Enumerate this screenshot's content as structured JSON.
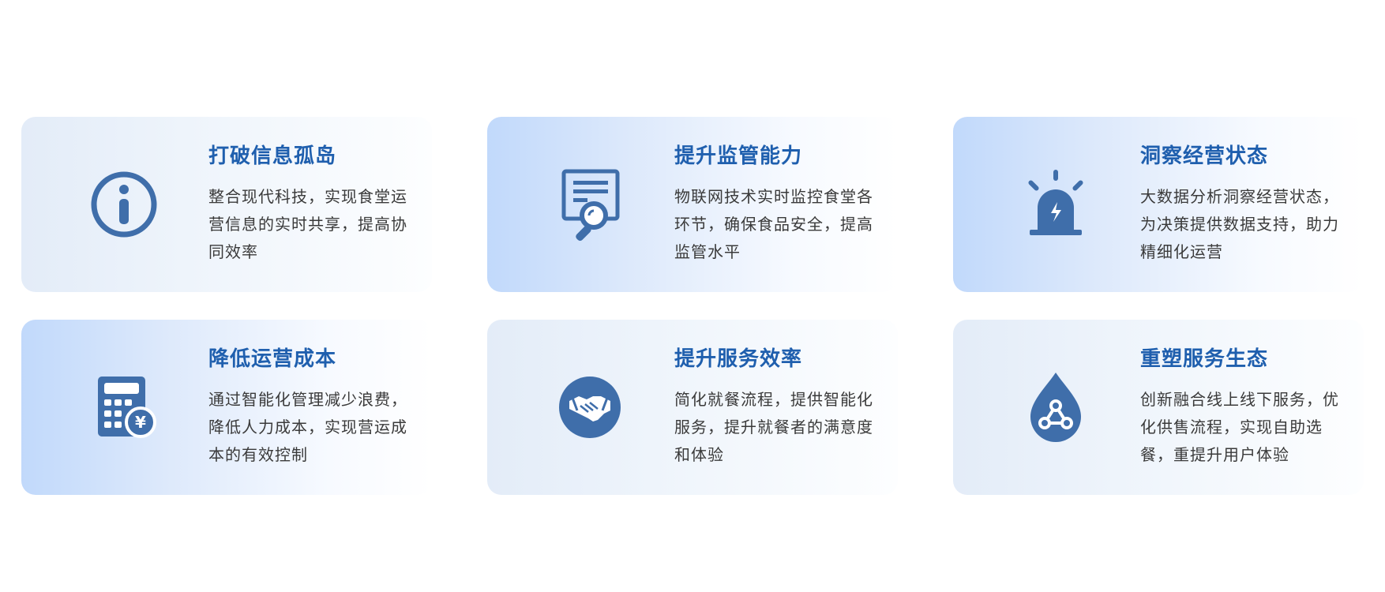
{
  "colors": {
    "icon": "#3f6eaa",
    "title": "#1f5fae",
    "text": "#3a3a3a",
    "card_light": "#e3ecf8",
    "card_blue": "#c1d9fb"
  },
  "cards": [
    {
      "icon": "info-icon",
      "title": "打破信息孤岛",
      "description": "整合现代科技，实现食堂运营信息的实时共享，提高协同效率"
    },
    {
      "icon": "report-search-icon",
      "title": "提升监管能力",
      "description": "物联网技术实时监控食堂各环节，确保食品安全，提高监管水平"
    },
    {
      "icon": "alarm-light-icon",
      "title": "洞察经营状态",
      "description": "大数据分析洞察经营状态，为决策提供数据支持，助力精细化运营"
    },
    {
      "icon": "calculator-yen-icon",
      "title": "降低运营成本",
      "description": "通过智能化管理减少浪费，降低人力成本，实现营运成本的有效控制"
    },
    {
      "icon": "handshake-icon",
      "title": "提升服务效率",
      "description": "简化就餐流程，提供智能化服务，提升就餐者的满意度和体验"
    },
    {
      "icon": "network-drop-icon",
      "title": "重塑服务生态",
      "description": "创新融合线上线下服务，优化供售流程，实现自助选餐，重提升用户体验"
    }
  ]
}
